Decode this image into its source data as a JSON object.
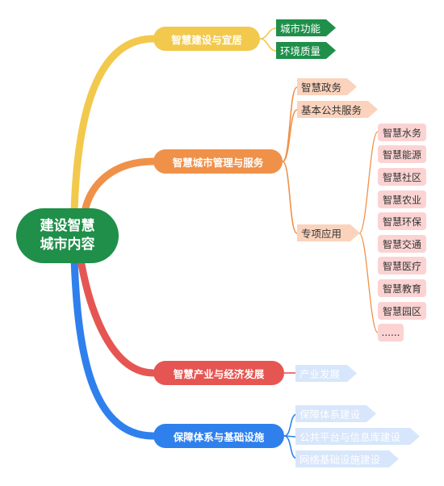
{
  "root": {
    "line1": "建设智慧",
    "line2": "城市内容"
  },
  "branches": [
    {
      "label": "智慧建设与宜居",
      "color": "#f2c94c",
      "items": [
        "城市功能",
        "环境质量"
      ]
    },
    {
      "label": "智慧城市管理与服务",
      "color": "#f0914a",
      "items": [
        "智慧政务",
        "基本公共服务",
        "专项应用"
      ],
      "special_apps": [
        "智慧水务",
        "智慧能源",
        "智慧社区",
        "智慧农业",
        "智慧环保",
        "智慧交通",
        "智慧医疗",
        "智慧教育",
        "智慧园区",
        "......"
      ]
    },
    {
      "label": "智慧产业与经济发展",
      "color": "#e55653",
      "items": [
        "产业发展"
      ]
    },
    {
      "label": "保障体系与基础设施",
      "color": "#2f80ed",
      "items": [
        "保障体系建设",
        "公共平台与信息库建设",
        "网络基础设施建设"
      ]
    }
  ]
}
